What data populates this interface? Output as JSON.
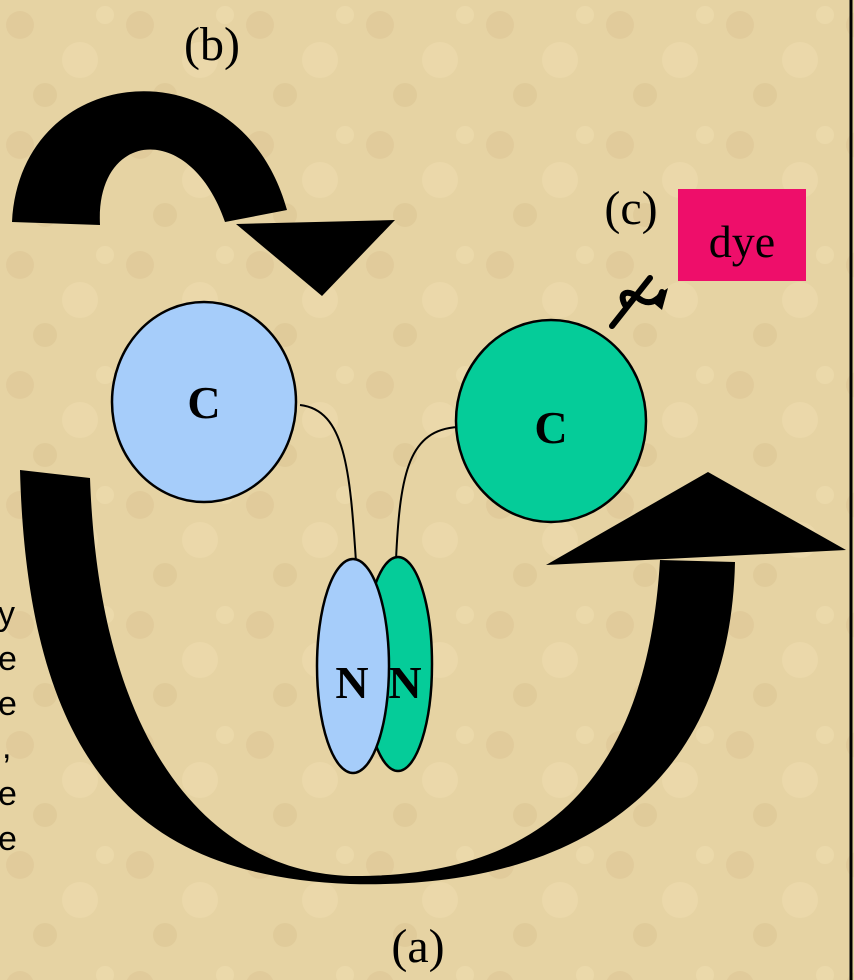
{
  "labels": {
    "a": "(a)",
    "b": "(b)",
    "c": "(c)",
    "dye": "dye"
  },
  "domains": {
    "c_left": "C",
    "c_right": "C",
    "n_left": "N",
    "n_right": "N"
  },
  "left_text_fragments": [
    "y",
    "e",
    "e",
    ",",
    "e",
    "e"
  ],
  "colors": {
    "background": "#e6d3a3",
    "blue_domain": "#a6cdfa",
    "green_domain": "#05cc99",
    "dye_box": "#ee0e6a",
    "arrow": "#000000",
    "frame": "#000000"
  }
}
